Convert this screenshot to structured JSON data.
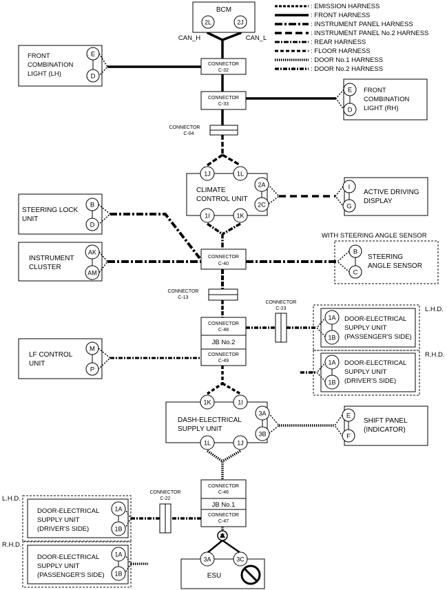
{
  "legend": [
    {
      "label": ": EMISSION HARNESS",
      "style": "emission"
    },
    {
      "label": ": FRONT HARNESS",
      "style": "front"
    },
    {
      "label": ": INSTRUMENT PANEL HARNESS",
      "style": "ip"
    },
    {
      "label": ": INSTRUMENT PANEL No.2 HARNESS",
      "style": "ip2"
    },
    {
      "label": ": REAR HARNESS",
      "style": "rear"
    },
    {
      "label": ": FLOOR HARNESS",
      "style": "floor"
    },
    {
      "label": ": DOOR No.1 HARNESS",
      "style": "door1"
    },
    {
      "label": ": DOOR No.2 HARNESS",
      "style": "door2"
    }
  ],
  "bcm": {
    "title": "BCM",
    "pin_left": "2L",
    "pin_right": "2J",
    "can_h": "CAN_H",
    "can_l": "CAN_L"
  },
  "connectors": {
    "c32": {
      "line1": "CONNECTOR",
      "line2": "C-32"
    },
    "c33": {
      "line1": "CONNECTOR",
      "line2": "C-33"
    },
    "c04": {
      "line1": "CONNECTOR",
      "line2": "C-04"
    },
    "c40": {
      "line1": "CONNECTOR",
      "line2": "C-40"
    },
    "c13": {
      "line1": "CONNECTOR",
      "line2": "C-13"
    },
    "c48": {
      "line1": "CONNECTOR",
      "line2": "C-48"
    },
    "c49": {
      "line1": "CONNECTOR",
      "line2": "C-49"
    },
    "c23": {
      "line1": "CONNECTOR",
      "line2": "C-23"
    },
    "c46": {
      "line1": "CONNECTOR",
      "line2": "C-46"
    },
    "c47": {
      "line1": "CONNECTOR",
      "line2": "C-47"
    },
    "c22": {
      "line1": "CONNECTOR",
      "line2": "C-22"
    }
  },
  "jb2": "JB No.2",
  "jb1": "JB No.1",
  "front_lh": {
    "line1": "FRONT",
    "line2": "COMBINATION",
    "line3": "LIGHT (LH)",
    "pin_top": "E",
    "pin_bottom": "D"
  },
  "front_rh": {
    "line1": "FRONT",
    "line2": "COMBINATION",
    "line3": "LIGHT (RH)",
    "pin_top": "E",
    "pin_bottom": "D"
  },
  "climate": {
    "line1": "CLIMATE",
    "line2": "CONTROL UNIT",
    "pin_1j": "1J",
    "pin_1l": "1L",
    "pin_1i": "1I",
    "pin_1k": "1K",
    "pin_2a": "2A",
    "pin_2c": "2C"
  },
  "active_display": {
    "line1": "ACTIVE DRIVING",
    "line2": "DISPLAY",
    "pin_top": "I",
    "pin_bottom": "G"
  },
  "steering_lock": {
    "line1": "STEERING LOCK",
    "line2": "UNIT",
    "pin_top": "B",
    "pin_bottom": "D"
  },
  "instrument_cluster": {
    "line1": "INSTRUMENT",
    "line2": "CLUSTER",
    "pin_top": "AK",
    "pin_bottom": "AM"
  },
  "steering_angle": {
    "caption": "WITH STEERING ANGLE SENSOR",
    "line1": "STEERING",
    "line2": "ANGLE SENSOR",
    "pin_top": "B",
    "pin_bottom": "C"
  },
  "lf_control": {
    "line1": "LF CONTROL",
    "line2": "UNIT",
    "pin_top": "M",
    "pin_bottom": "P"
  },
  "door_right_lhd": {
    "tag": "L.H.D.",
    "line1": "DOOR-ELECTRICAL",
    "line2": "SUPPLY UNIT",
    "line3": "(PASSENGER'S SIDE)",
    "pin_top": "1A",
    "pin_bottom": "1B"
  },
  "door_right_rhd": {
    "tag": "R.H.D.",
    "line1": "DOOR-ELECTRICAL",
    "line2": "SUPPLY UNIT",
    "line3": "(DRIVER'S SIDE)",
    "pin_top": "1A",
    "pin_bottom": "1B"
  },
  "dash_supply": {
    "line1": "DASH-ELECTRICAL",
    "line2": "SUPPLY UNIT",
    "pin_1k": "1K",
    "pin_1i": "1I",
    "pin_1l": "1L",
    "pin_1j": "1J",
    "pin_3a": "3A",
    "pin_3b": "3B"
  },
  "shift_panel": {
    "line1": "SHIFT PANEL",
    "line2": "(INDICATOR)",
    "pin_top": "E",
    "pin_bottom": "F"
  },
  "door_left_lhd": {
    "tag": "L.H.D.",
    "line1": "DOOR-ELECTRICAL",
    "line2": "SUPPLY UNIT",
    "line3": "(DRIVER'S SIDE)",
    "pin_top": "1A",
    "pin_bottom": "1B"
  },
  "door_left_rhd": {
    "tag": "R.H.D.",
    "line1": "DOOR-ELECTRICAL",
    "line2": "SUPPLY UNIT",
    "line3": "(PASSENGER'S SIDE)",
    "pin_top": "1A",
    "pin_bottom": "1B"
  },
  "esu": {
    "title": "ESU",
    "pin_left": "3A",
    "pin_right": "3C"
  },
  "icons": {
    "dlc": "key-connector-icon",
    "esu": "prohibited-icon"
  },
  "colors": {
    "line": "#000000",
    "background": "#ffffff"
  }
}
